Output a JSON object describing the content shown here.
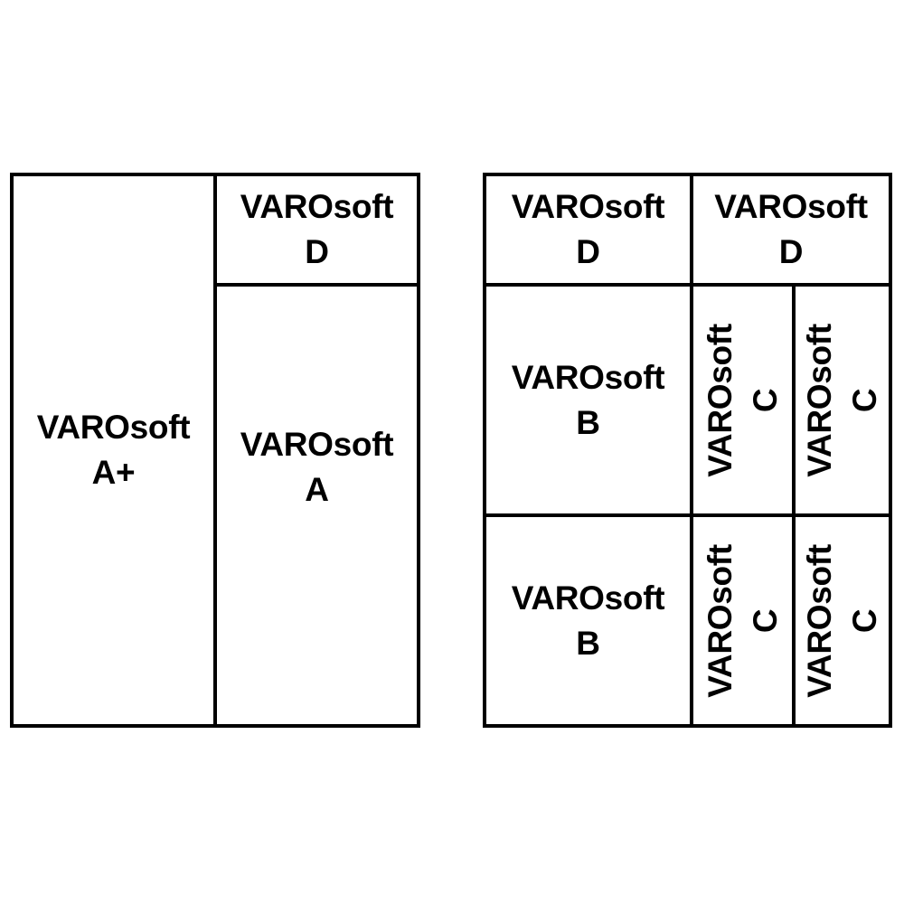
{
  "page": {
    "title": "VAROsoft product tier block layout",
    "background_color": "#ffffff",
    "stroke_color": "#000000",
    "text_color": "#000000"
  },
  "diagrams": [
    {
      "name": "left-layout",
      "cells": [
        {
          "name": "cell-a-plus",
          "label": "VAROsoft\nA+",
          "orientation": "horizontal"
        },
        {
          "name": "cell-d-top",
          "label": "VAROsoft\nD",
          "orientation": "horizontal"
        },
        {
          "name": "cell-a",
          "label": "VAROsoft\nA",
          "orientation": "horizontal"
        }
      ]
    },
    {
      "name": "right-layout",
      "cells": [
        {
          "name": "cell-d-left",
          "label": "VAROsoft\nD",
          "orientation": "horizontal"
        },
        {
          "name": "cell-d-right",
          "label": "VAROsoft\nD",
          "orientation": "horizontal"
        },
        {
          "name": "cell-b-middle",
          "label": "VAROsoft\nB",
          "orientation": "horizontal"
        },
        {
          "name": "cell-c-mid-left",
          "label": "VAROsoft\nC",
          "orientation": "vertical"
        },
        {
          "name": "cell-c-mid-right",
          "label": "VAROsoft\nC",
          "orientation": "vertical"
        },
        {
          "name": "cell-b-bottom",
          "label": "VAROsoft\nB",
          "orientation": "horizontal"
        },
        {
          "name": "cell-c-bot-left",
          "label": "VAROsoft\nC",
          "orientation": "vertical"
        },
        {
          "name": "cell-c-bot-right",
          "label": "VAROsoft\nC",
          "orientation": "vertical"
        }
      ]
    }
  ]
}
